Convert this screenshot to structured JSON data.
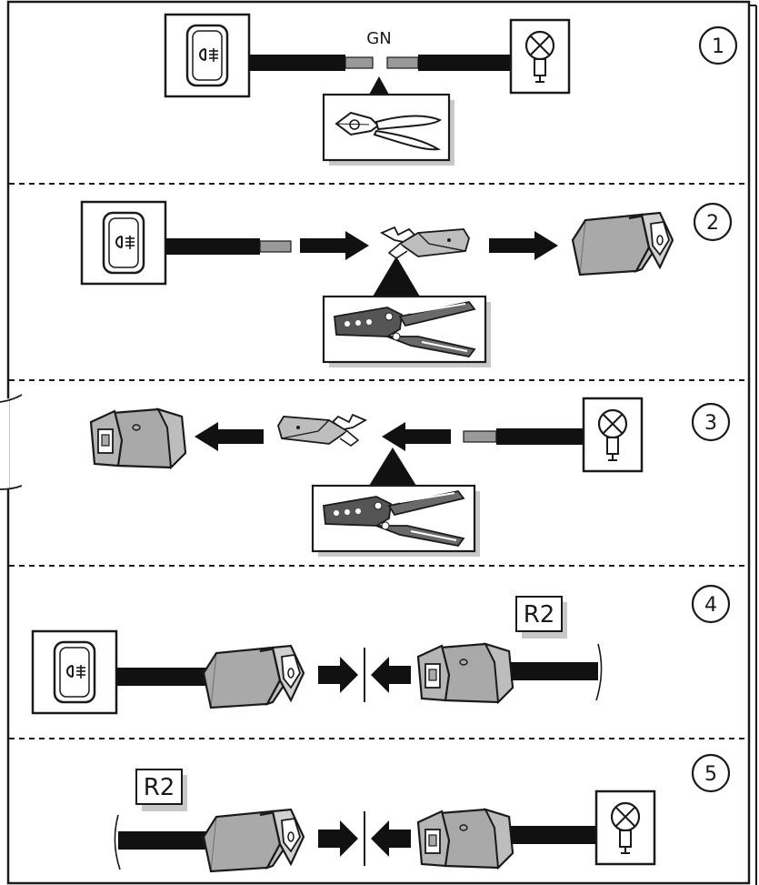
{
  "steps": [
    {
      "number": "1",
      "wire_label": "GN"
    },
    {
      "number": "2"
    },
    {
      "number": "3"
    },
    {
      "number": "4",
      "tag": "R2"
    },
    {
      "number": "5",
      "tag": "R2"
    }
  ],
  "colors": {
    "outline": "#1a1a1a",
    "wire": "#111111",
    "connector": "#a9a9a9",
    "shadow": "#c8c8c8",
    "tool": "#555555"
  },
  "icons": [
    "fog-light-switch-icon",
    "lamp-icon",
    "side-cutter-icon",
    "crimping-pliers-icon",
    "spade-terminal-icon",
    "connector-housing-icon",
    "arrow-icon"
  ]
}
